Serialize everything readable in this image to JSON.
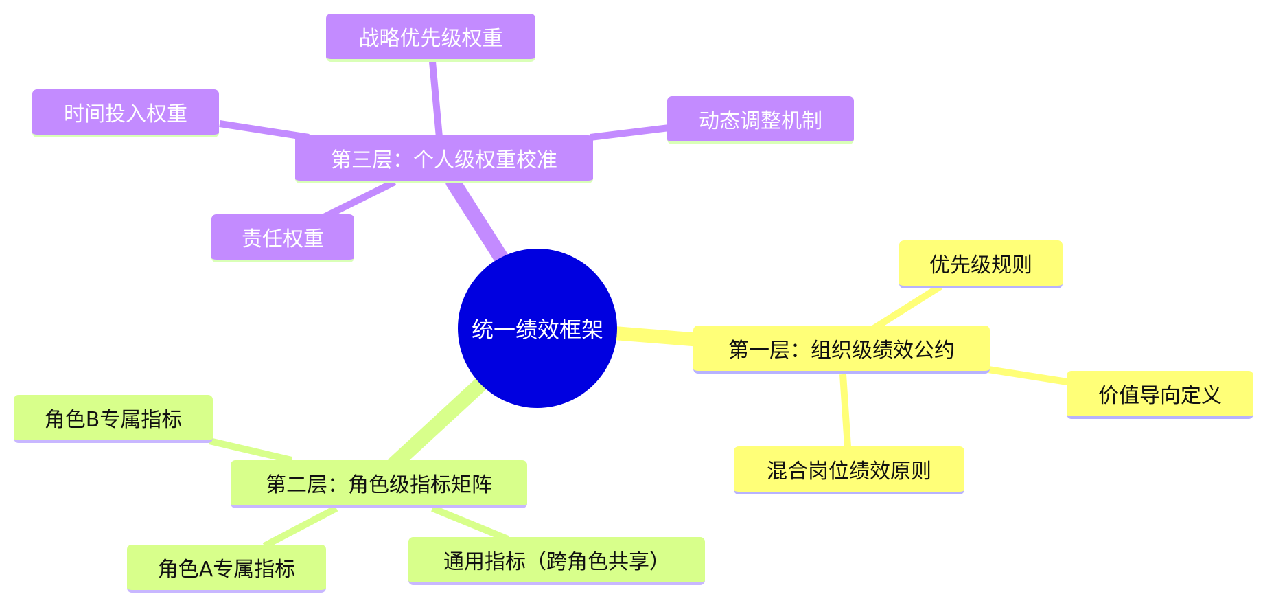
{
  "center": {
    "label": "统一绩效框架",
    "color": "#0000e0"
  },
  "branches": {
    "layer1": {
      "label": "第一层：组织级绩效公约",
      "color": "#ffff78",
      "children": [
        "优先级规则",
        "价值导向定义",
        "混合岗位绩效原则"
      ]
    },
    "layer2": {
      "label": "第二层：角色级指标矩阵",
      "color": "#d8ff8b",
      "children": [
        "角色B专属指标",
        "角色A专属指标",
        "通用指标（跨角色共享）"
      ]
    },
    "layer3": {
      "label": "第三层：个人级权重校准",
      "color": "#c38bff",
      "children": [
        "战略优先级权重",
        "时间投入权重",
        "动态调整机制",
        "责任权重"
      ]
    }
  }
}
